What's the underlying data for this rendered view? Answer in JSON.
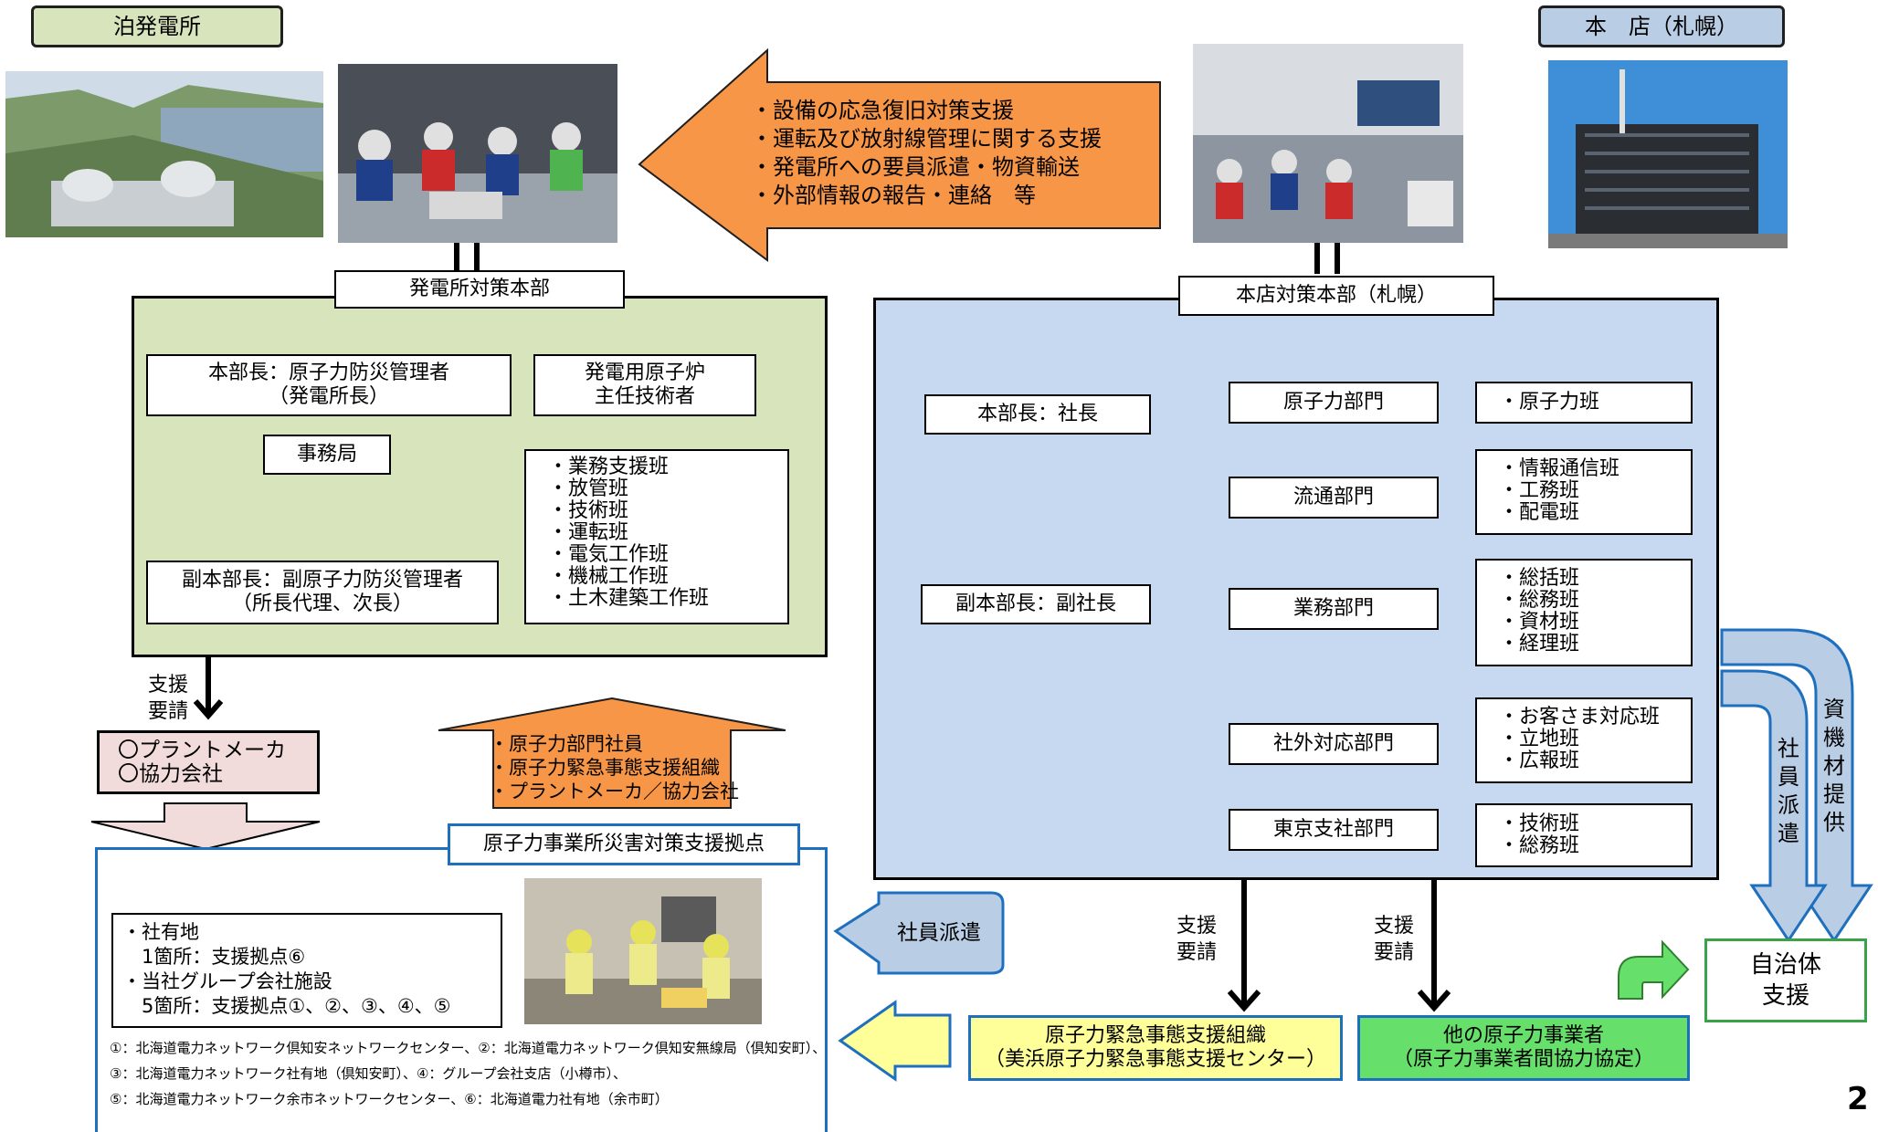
{
  "title_left": "泊発電所",
  "title_right": "本　店（札幌）",
  "support_list": [
    "・設備の応急復旧対策支援",
    "・運転及び放射線管理に関する支援",
    "・発電所への要員派遣・物資輸送",
    "・外部情報の報告・連絡　等"
  ],
  "plant_hq": {
    "title": "発電所対策本部",
    "chief": "本部長：原子力防災管理者\n（発電所長）",
    "reactor_engineer": "発電用原子炉\n主任技術者",
    "secretariat": "事務局",
    "deputy": "副本部長：副原子力防災管理者\n（所長代理、次長）",
    "teams": [
      "・業務支援班",
      "・放管班",
      "・技術班",
      "・運転班",
      "・電気工作班",
      "・機械工作班",
      "・土木建築工作班"
    ]
  },
  "head_office_hq": {
    "title": "本店対策本部（札幌）",
    "chief": "本部長：社長",
    "deputy": "副本部長：副社長",
    "divisions": [
      {
        "name": "原子力部門",
        "teams": [
          "・原子力班"
        ]
      },
      {
        "name": "流通部門",
        "teams": [
          "・情報通信班",
          "・工務班",
          "・配電班"
        ]
      },
      {
        "name": "業務部門",
        "teams": [
          "・総括班",
          "・総務班",
          "・資材班",
          "・経理班"
        ]
      },
      {
        "name": "社外対応部門",
        "teams": [
          "・お客さま対応班",
          "・立地班",
          "・広報班"
        ]
      },
      {
        "name": "東京支社部門",
        "teams": [
          "・技術班",
          "・総務班"
        ]
      }
    ]
  },
  "request_label": "支援\n要請",
  "plant_maker_box": "〇プラントメーカ\n〇協力会社",
  "up_arrow_items": [
    "・原子力部門社員",
    "・原子力緊急事態支援組織",
    "・プラントメーカ／協力会社"
  ],
  "base": {
    "title": "原子力事業所災害対策支援拠点",
    "info_lines": [
      "・社有地",
      "　1箇所：支援拠点⑥",
      "・当社グループ会社施設",
      "　5箇所：支援拠点①、②、③、④、⑤"
    ],
    "footnotes": [
      "①：北海道電力ネットワーク倶知安ネットワークセンター、②：北海道電力ネットワーク倶知安無線局（倶知安町）、",
      "③：北海道電力ネットワーク社有地（倶知安町）、④：グループ会社支店（小樽市）、",
      "⑤：北海道電力ネットワーク余市ネットワークセンター、⑥：北海道電力社有地（余市町）"
    ]
  },
  "employee_dispatch_arrow": "社員派遣",
  "emergency_org": "原子力緊急事態支援組織\n（美浜原子力緊急事態支援センター）",
  "other_operators": "他の原子力事業者\n（原子力事業者間協力協定）",
  "municipal_support": "自治体\n支援",
  "vertical_employee_dispatch": [
    "社",
    "員",
    "派",
    "遣"
  ],
  "vertical_materials": [
    "資",
    "機",
    "材",
    "提",
    "供"
  ],
  "page_number": "2",
  "colors": {
    "green_fill": "#d8e4bc",
    "blue_fill": "#c6d9f1",
    "orange_arrow": "#f79646",
    "pink_box": "#f2dcdb",
    "yellow_box": "#ffff99",
    "green_box": "#66e06b",
    "blue_arrow": "#b9cde5",
    "blue_border": "#1f6fbf"
  }
}
